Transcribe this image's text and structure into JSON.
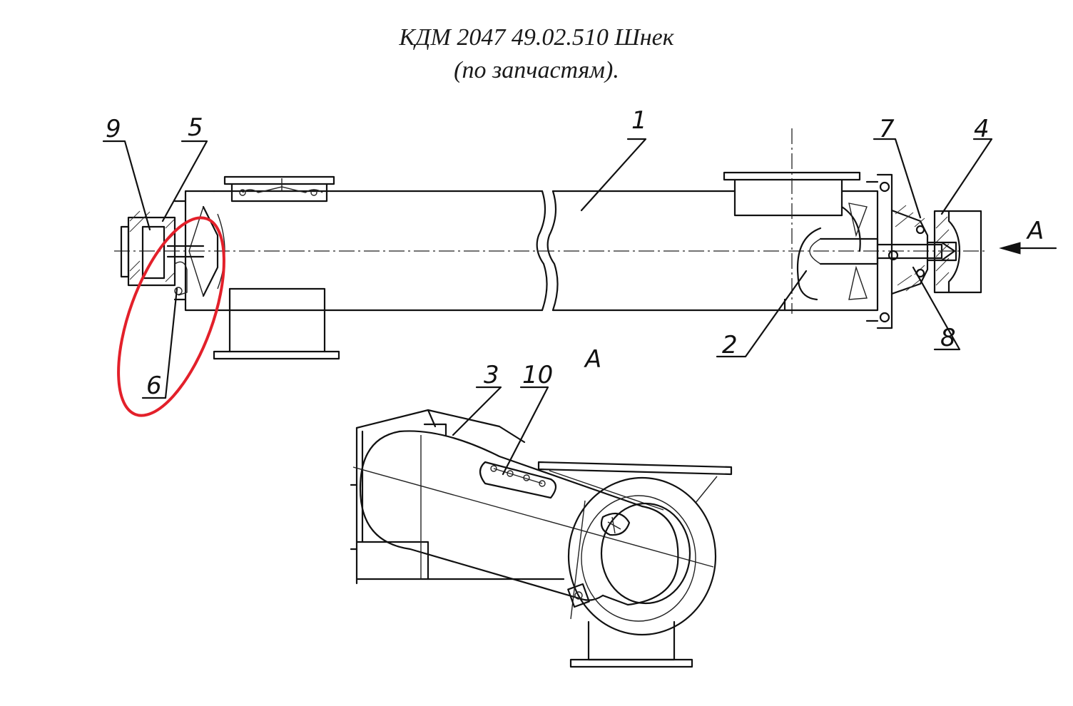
{
  "title": {
    "line1": "КДМ 2047 49.02.510 Шнек",
    "line2": "(по запчастям)."
  },
  "callouts": {
    "p1": "1",
    "p2": "2",
    "p3": "3",
    "p4": "4",
    "p5": "5",
    "p6": "6",
    "p7": "7",
    "p8": "8",
    "p9": "9",
    "p10": "10"
  },
  "view": {
    "arrow_label": "A",
    "section_label": "A"
  },
  "highlight": {
    "color": "#e3202a",
    "target": "6"
  }
}
